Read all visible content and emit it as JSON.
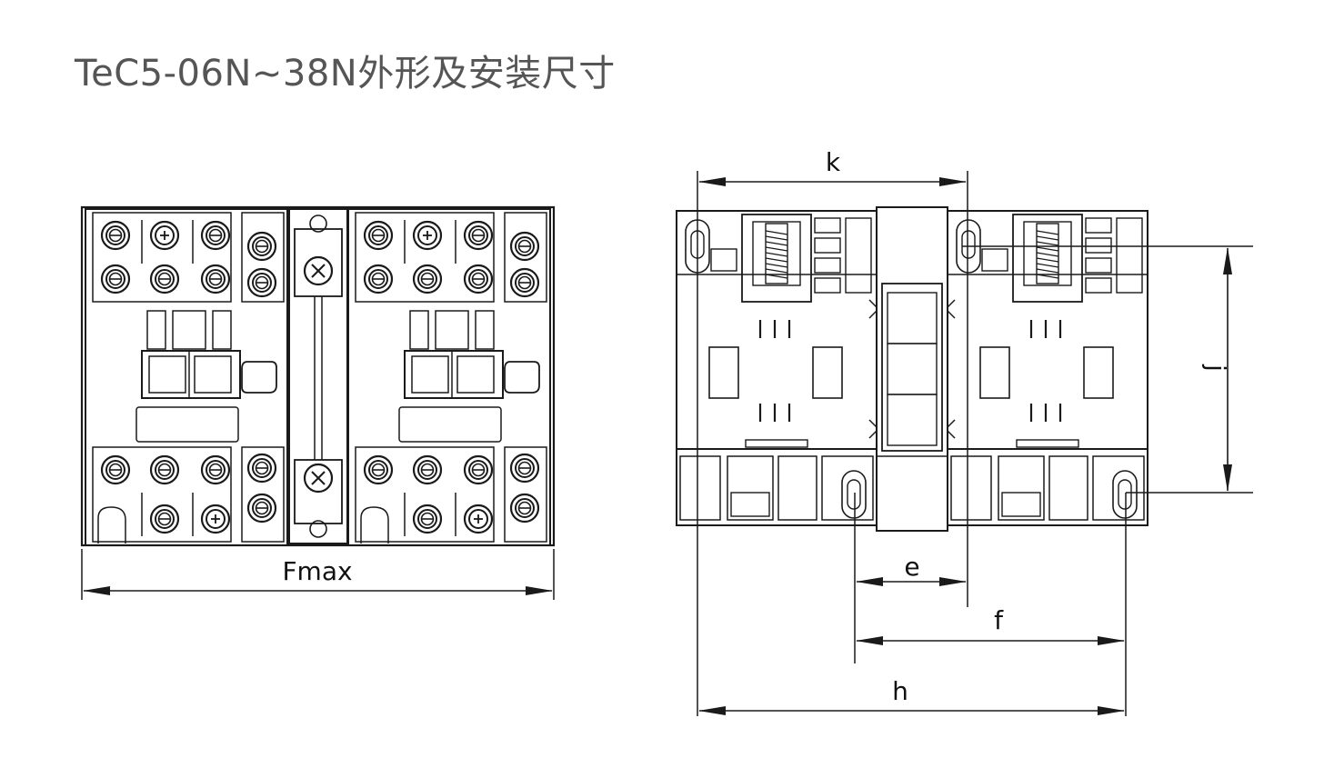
{
  "title": "TeC5-06N~38N外形及安装尺寸",
  "dimensions": {
    "fmax": "Fmax",
    "k": "k",
    "e": "e",
    "f": "f",
    "h": "h",
    "j": "j"
  },
  "colors": {
    "line": "#1a1a1a",
    "title": "#555555",
    "background": "#ffffff"
  }
}
